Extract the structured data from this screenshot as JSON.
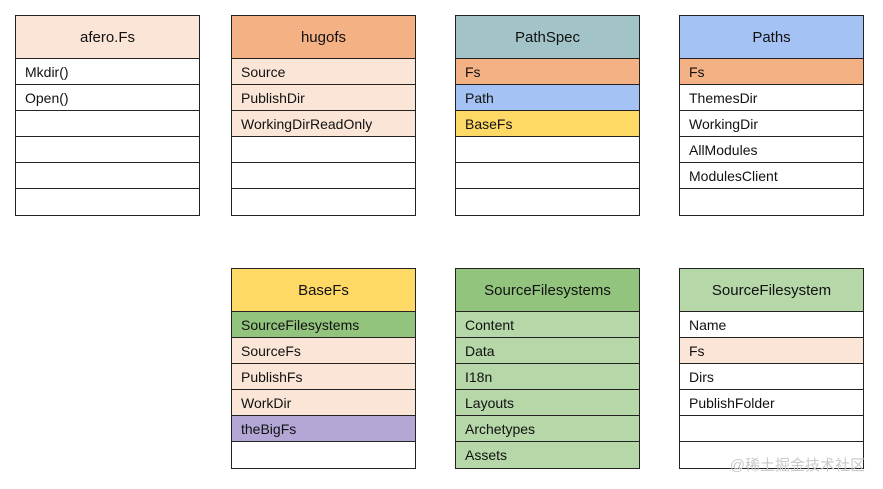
{
  "tables": [
    {
      "title": "afero.Fs",
      "color": "#fbe5d6",
      "rows": [
        {
          "label": "Mkdir()",
          "color": "#ffffff"
        },
        {
          "label": "Open()",
          "color": "#ffffff"
        },
        {
          "label": "",
          "color": "#ffffff"
        },
        {
          "label": "",
          "color": "#ffffff"
        },
        {
          "label": "",
          "color": "#ffffff"
        },
        {
          "label": "",
          "color": "#ffffff"
        }
      ]
    },
    {
      "title": "hugofs",
      "color": "#f4b183",
      "rows": [
        {
          "label": "Source",
          "color": "#fbe5d6"
        },
        {
          "label": "PublishDir",
          "color": "#fbe5d6"
        },
        {
          "label": "WorkingDirReadOnly",
          "color": "#fbe5d6"
        },
        {
          "label": "",
          "color": "#ffffff"
        },
        {
          "label": "",
          "color": "#ffffff"
        },
        {
          "label": "",
          "color": "#ffffff"
        }
      ]
    },
    {
      "title": "PathSpec",
      "color": "#a2c4c9",
      "rows": [
        {
          "label": "Fs",
          "color": "#f4b183"
        },
        {
          "label": "Path",
          "color": "#a4c2f4"
        },
        {
          "label": "BaseFs",
          "color": "#ffd966"
        },
        {
          "label": "",
          "color": "#ffffff"
        },
        {
          "label": "",
          "color": "#ffffff"
        },
        {
          "label": "",
          "color": "#ffffff"
        }
      ]
    },
    {
      "title": "Paths",
      "color": "#a4c2f4",
      "rows": [
        {
          "label": "Fs",
          "color": "#f4b183"
        },
        {
          "label": "ThemesDir",
          "color": "#ffffff"
        },
        {
          "label": "WorkingDir",
          "color": "#ffffff"
        },
        {
          "label": "AllModules",
          "color": "#ffffff"
        },
        {
          "label": "ModulesClient",
          "color": "#ffffff"
        },
        {
          "label": "",
          "color": "#ffffff"
        }
      ]
    },
    {
      "title": "BaseFs",
      "color": "#ffd966",
      "rows": [
        {
          "label": "SourceFilesystems",
          "color": "#93c47d"
        },
        {
          "label": "SourceFs",
          "color": "#fbe5d6"
        },
        {
          "label": "PublishFs",
          "color": "#fbe5d6"
        },
        {
          "label": "WorkDir",
          "color": "#fbe5d6"
        },
        {
          "label": "theBigFs",
          "color": "#b4a7d6"
        },
        {
          "label": "",
          "color": "#ffffff"
        }
      ]
    },
    {
      "title": "SourceFilesystems",
      "color": "#93c47d",
      "rows": [
        {
          "label": "Content",
          "color": "#b6d7a8"
        },
        {
          "label": "Data",
          "color": "#b6d7a8"
        },
        {
          "label": "I18n",
          "color": "#b6d7a8"
        },
        {
          "label": "Layouts",
          "color": "#b6d7a8"
        },
        {
          "label": "Archetypes",
          "color": "#b6d7a8"
        },
        {
          "label": "Assets",
          "color": "#b6d7a8"
        }
      ]
    },
    {
      "title": "SourceFilesystem",
      "color": "#b6d7a8",
      "rows": [
        {
          "label": "Name",
          "color": "#ffffff"
        },
        {
          "label": "Fs",
          "color": "#fbe5d6"
        },
        {
          "label": "Dirs",
          "color": "#ffffff"
        },
        {
          "label": "PublishFolder",
          "color": "#ffffff"
        },
        {
          "label": "",
          "color": "#ffffff"
        },
        {
          "label": "",
          "color": "#ffffff"
        }
      ]
    }
  ],
  "watermark": "@稀土掘金技术社区"
}
